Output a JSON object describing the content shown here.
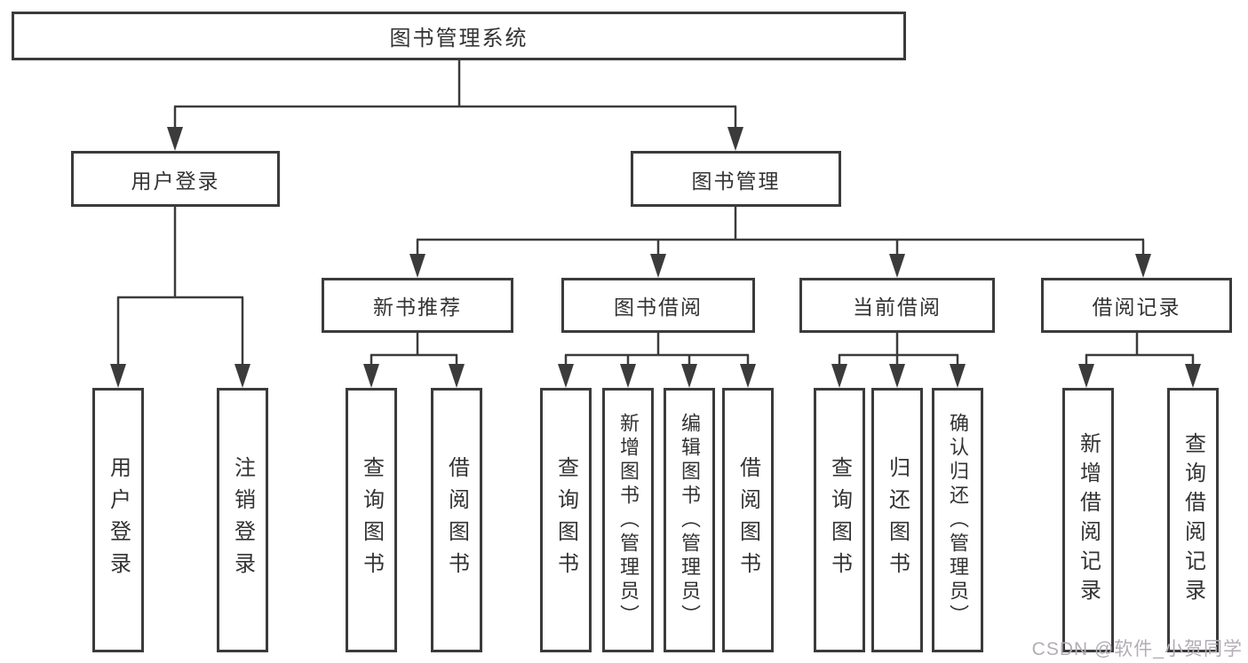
{
  "diagram": {
    "root": {
      "label": "图书管理系统"
    },
    "level2": [
      {
        "label": "用户登录"
      },
      {
        "label": "图书管理"
      }
    ],
    "level3": [
      {
        "label": "新书推荐"
      },
      {
        "label": "图书借阅"
      },
      {
        "label": "当前借阅"
      },
      {
        "label": "借阅记录"
      }
    ],
    "leaves": [
      {
        "label": "用户登录"
      },
      {
        "label": "注销登录"
      },
      {
        "label": "查询图书"
      },
      {
        "label": "借阅图书"
      },
      {
        "label": "查询图书"
      },
      {
        "label": "新增图书（管理员）"
      },
      {
        "label": "编辑图书（管理员）"
      },
      {
        "label": "借阅图书"
      },
      {
        "label": "查询图书"
      },
      {
        "label": "归还图书"
      },
      {
        "label": "确认归还（管理员）"
      },
      {
        "label": "新增借阅记录"
      },
      {
        "label": "查询借阅记录"
      }
    ]
  },
  "watermark": {
    "text": "CSDN @软件_小贺同学"
  },
  "colors": {
    "line": "#3b3b3b",
    "text": "#333333",
    "watermark": "#b3adb5",
    "background": "#ffffff"
  }
}
